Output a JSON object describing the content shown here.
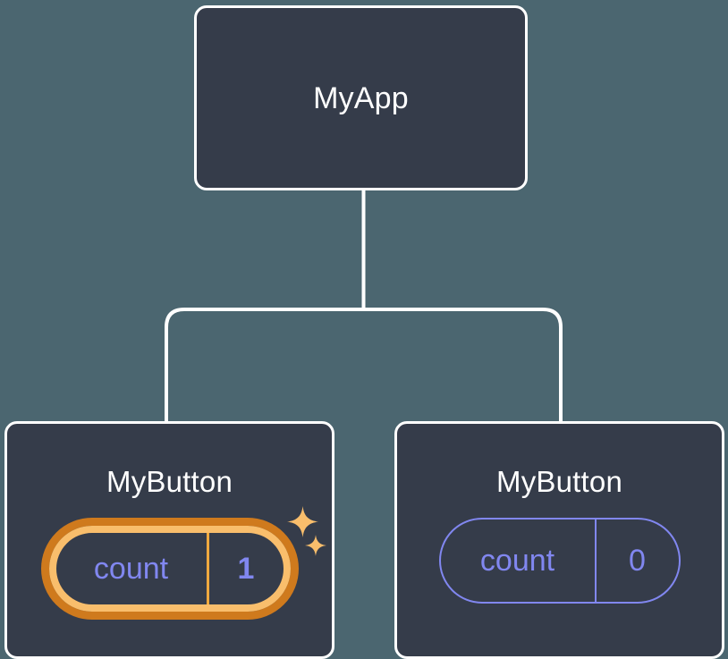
{
  "diagram": {
    "type": "component-tree",
    "title": "React component tree with state",
    "background_color": "#4b6670",
    "node_fill_color": "#353c4a",
    "node_border_color": "#ffffff",
    "state_accent_color": "#8187f0",
    "highlight_outer_color": "#cf7a1d",
    "highlight_inner_color": "#f9be6c",
    "connector_color": "#ffffff"
  },
  "root": {
    "label": "MyApp"
  },
  "children": [
    {
      "label": "MyButton",
      "state": {
        "key": "count",
        "value": "1"
      },
      "highlighted": true,
      "sparkles": [
        {
          "name": "sparkle-large"
        },
        {
          "name": "sparkle-small"
        }
      ]
    },
    {
      "label": "MyButton",
      "state": {
        "key": "count",
        "value": "0"
      },
      "highlighted": false
    }
  ],
  "connectors": {
    "trunk_label": "root-to-branch-connector",
    "left_label": "branch-to-left-child-connector",
    "right_label": "branch-to-right-child-connector"
  }
}
